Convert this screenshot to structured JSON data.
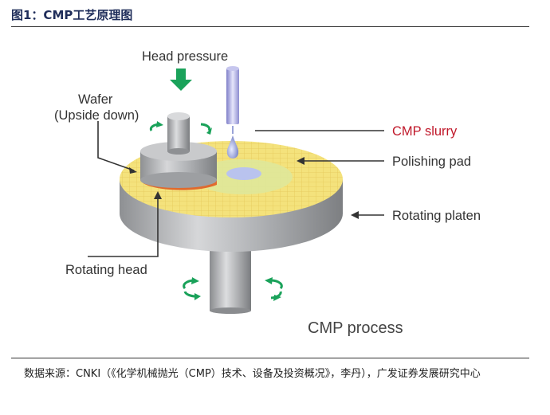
{
  "figure": {
    "title": "图1：CMP工艺原理图"
  },
  "diagram": {
    "labels": {
      "head_pressure": "Head pressure",
      "wafer_line1": "Wafer",
      "wafer_line2": "(Upside down)",
      "cmp_slurry": "CMP slurry",
      "polishing_pad": "Polishing pad",
      "rotating_platen": "Rotating platen",
      "rotating_head": "Rotating head",
      "process_title": "CMP process"
    },
    "colors": {
      "arrow_green": "#1aa25a",
      "slurry_red": "#c0182a",
      "pad_yellow": "#f3e37a",
      "wafer_orange": "#e06a2e",
      "platen_gray": "#a9abae"
    }
  },
  "source": {
    "text": "数据来源：CNKI（《化学机械抛光（CMP）技术、设备及投资概况》，李丹），广发证券发展研究中心"
  }
}
